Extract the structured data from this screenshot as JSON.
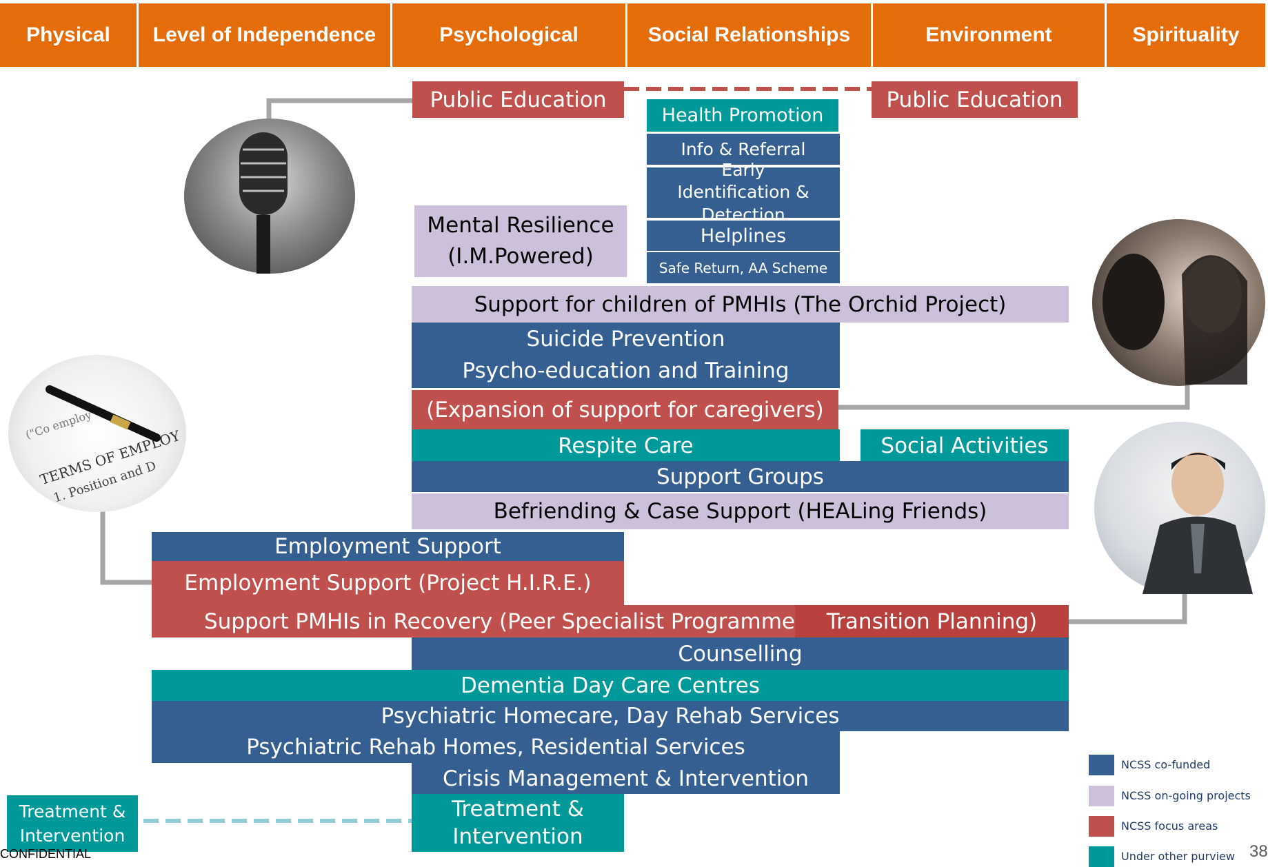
{
  "headers": [
    "Physical",
    "Level of Independence",
    "Psychological",
    "Social Relationships",
    "Environment",
    "Spirituality"
  ],
  "boxes": {
    "public_education_left": "Public Education",
    "public_education_right": "Public Education",
    "health_promotion": "Health Promotion",
    "info_referral": "Info & Referral",
    "early_identification": "Early Identification & Detection",
    "helplines": "Helplines",
    "safe_return": "Safe Return, AA Scheme",
    "mental_resilience": "Mental Resilience (I.M.Powered)",
    "orchid_project": "Support for children of PMHIs (The Orchid Project)",
    "suicide_prevention": "Suicide Prevention",
    "psycho_education": "Psycho-education and Training",
    "caregivers": "(Expansion of support for caregivers)",
    "respite_care": "Respite Care",
    "social_activities": "Social Activities",
    "support_groups": "Support Groups",
    "befriending": "Befriending & Case Support (HEALing Friends)",
    "employment_support": "Employment Support",
    "employment_hire": "Employment Support (Project H.I.R.E.)",
    "peer_specialist": "Support PMHIs in Recovery (Peer Specialist Programme",
    "transition_planning": "Transition Planning)",
    "counselling": "Counselling",
    "dementia": "Dementia Day Care Centres",
    "homecare": "Psychiatric Homecare, Day Rehab Services",
    "rehab_homes": "Psychiatric Rehab Homes, Residential Services",
    "crisis": "Crisis Management & Intervention",
    "treatment_center": "Treatment & Intervention",
    "treatment_left": "Treatment & Intervention"
  },
  "legend": [
    {
      "label": "NCSS co-funded",
      "color": "#365F91"
    },
    {
      "label": "NCSS on-going projects",
      "color": "#CCC0DA"
    },
    {
      "label": "NCSS focus areas",
      "color": "#C0504D"
    },
    {
      "label": "Under other purview",
      "color": "#009999"
    }
  ],
  "footer": {
    "confidential": "CONFIDENTIAL",
    "page_number": "38"
  },
  "colors": {
    "header": "#E46C0A",
    "blue": "#365F91",
    "lavender": "#CCC0DA",
    "red": "#C0504D",
    "teal": "#009999"
  },
  "photos": [
    "microphone-photo",
    "contract-pen-photo",
    "women-talking-photo",
    "businessman-photo"
  ]
}
